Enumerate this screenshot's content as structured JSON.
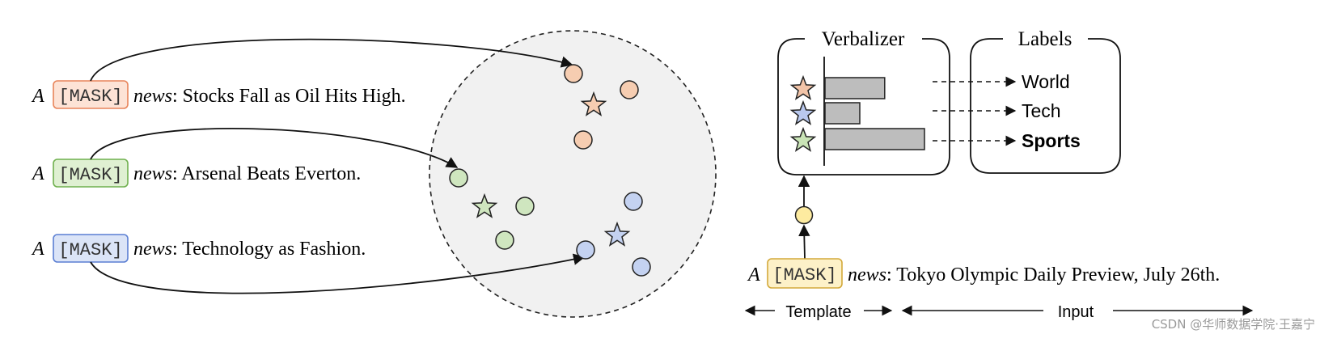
{
  "sentences": [
    {
      "article": "A",
      "mask": "[MASK]",
      "word": "news",
      "text": ": Stocks Fall as Oil Hits High.",
      "mask_fill": "#fde3d6",
      "mask_stroke": "#e8845a"
    },
    {
      "article": "A",
      "mask": "[MASK]",
      "word": "news",
      "text": ": Arsenal Beats Everton.",
      "mask_fill": "#dff0d2",
      "mask_stroke": "#6fb04e"
    },
    {
      "article": "A",
      "mask": "[MASK]",
      "word": "news",
      "text": ": Technology as Fashion.",
      "mask_fill": "#dbe4f7",
      "mask_stroke": "#5b7fd3"
    }
  ],
  "input_sentence": {
    "article": "A",
    "mask": "[MASK]",
    "word": "news",
    "text": ": Tokyo Olympic Daily Preview, July 26th.",
    "mask_fill": "#fdf1c8",
    "mask_stroke": "#d3a93a"
  },
  "verbalizer": {
    "title": "Verbalizer",
    "bars": [
      {
        "label": "World",
        "value": 0.6,
        "star_color": "#f2c4a8",
        "bold": false
      },
      {
        "label": "Tech",
        "value": 0.35,
        "star_color": "#b9c8ee",
        "bold": false
      },
      {
        "label": "Sports",
        "value": 1.0,
        "star_color": "#c9e4b6",
        "bold": true
      }
    ],
    "bar_color": "#bdbdbd"
  },
  "labels_box": {
    "title": "Labels"
  },
  "legend": {
    "template": "Template",
    "input": "Input"
  },
  "watermark": "CSDN @华师数据学院·王嘉宁",
  "colors": {
    "orange_point": "#f6cdb1",
    "green_point": "#cfe6bf",
    "blue_point": "#c4d2f1",
    "yellow_point": "#fdeba0",
    "sphere_fill": "#f1f1f1",
    "stroke": "#222222"
  }
}
